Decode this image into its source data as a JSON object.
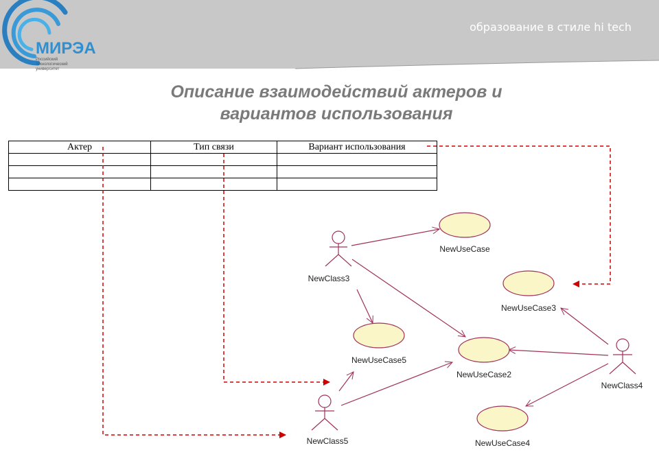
{
  "header": {
    "logo_text": "МИРЭА",
    "logo_subtitle": "Российский технологический университет",
    "slogan": "образование в стиле hi tech"
  },
  "title": {
    "line1": "Описание взаимодействий актеров и",
    "line2": "вариантов использования"
  },
  "table": {
    "headers": [
      "Актер",
      "Тип связи",
      "Вариант использования"
    ],
    "rows": [
      [
        "",
        "",
        ""
      ],
      [
        "",
        "",
        ""
      ],
      [
        "",
        "",
        ""
      ]
    ]
  },
  "diagram": {
    "actors": [
      "NewClass3",
      "NewClass4",
      "NewClass5"
    ],
    "use_cases": [
      "NewUseCase",
      "NewUseCase2",
      "NewUseCase3",
      "NewUseCase4",
      "NewUseCase5"
    ],
    "colors": {
      "line": "#a0305a",
      "ellipse_fill": "#fbf6c8",
      "dashed": "#d00000"
    }
  }
}
